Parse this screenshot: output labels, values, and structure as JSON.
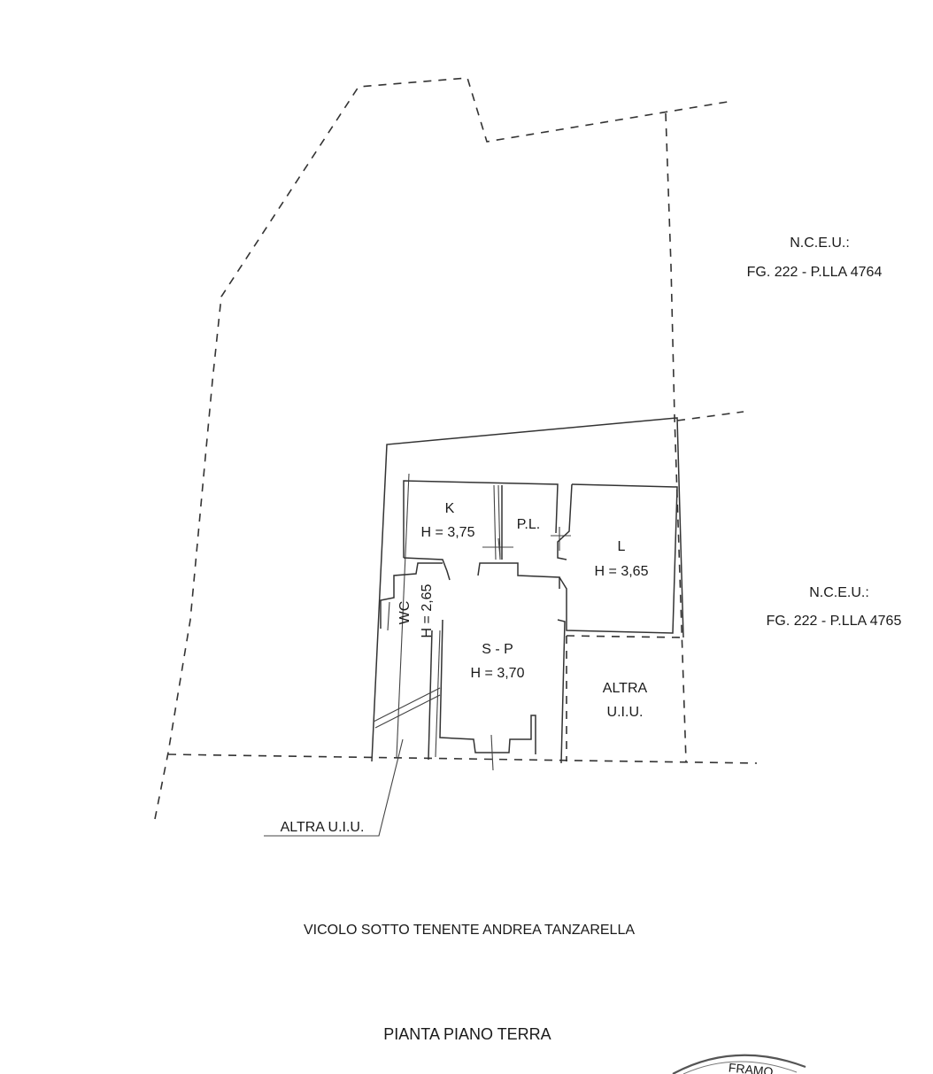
{
  "plan_title": "PIANTA PIANO TERRA",
  "street_name": "VICOLO SOTTO TENENTE ANDREA TANZARELLA",
  "neighbors": [
    {
      "line1": "N.C.E.U.:",
      "line2": "FG. 222 - P.LLA 4764"
    },
    {
      "line1": "N.C.E.U.:",
      "line2": "FG. 222 - P.LLA 4765"
    }
  ],
  "rooms": {
    "kitchen": {
      "name": "K",
      "height": "H = 3,75"
    },
    "pantry": {
      "name": "P.L."
    },
    "living": {
      "name": "L",
      "height": "H = 3,65"
    },
    "wc": {
      "name": "WC",
      "height": "H = 2,65"
    },
    "sp": {
      "name": "S - P",
      "height": "H = 3,70"
    }
  },
  "other_units": {
    "right": {
      "line1": "ALTRA",
      "line2": "U.I.U."
    },
    "bottom_left": "ALTRA U.I.U."
  },
  "stamp_text": "FRAMO"
}
